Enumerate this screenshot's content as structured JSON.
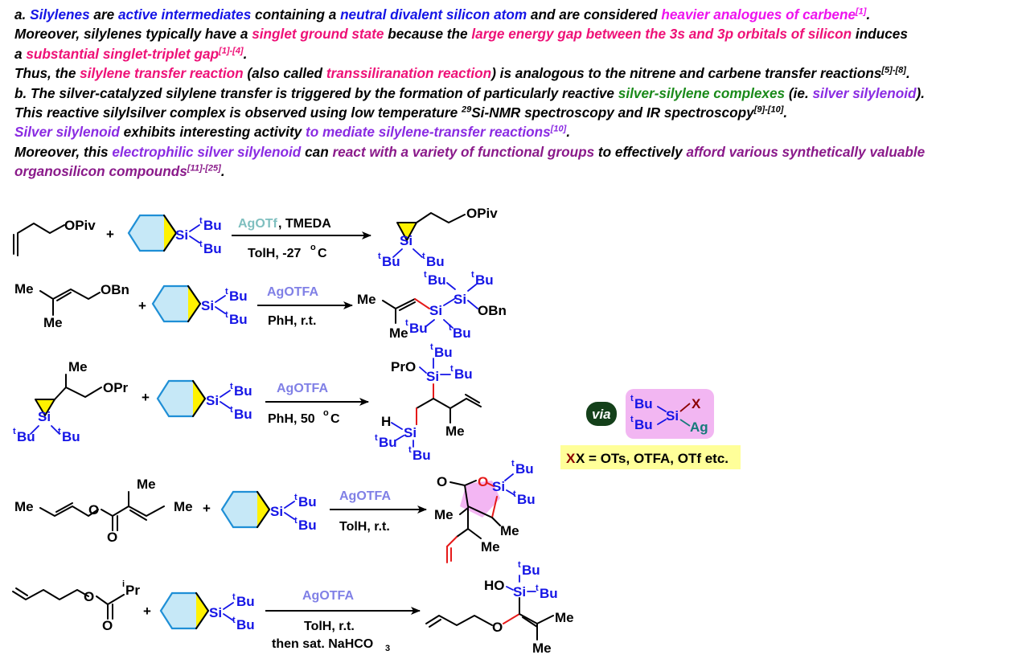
{
  "paragraphs": {
    "a1": [
      "a. ",
      "Silylenes",
      " are ",
      "active intermediates",
      " containing a ",
      "neutral divalent silicon atom",
      " and are considered ",
      "heavier analogues of carbene",
      "[1]",
      "."
    ],
    "a2": "Moreover, silylenes typically have a ",
    "a2_h1": "singlet ground state",
    "a2_t2": " because the ",
    "a2_h2": "large energy gap between the 3s and 3p orbitals of silicon",
    "a2_t3": " induces",
    "a3_t1": "a ",
    "a3_h1": "substantial singlet-triplet gap",
    "a3_ref": "[1]-[4]",
    "a3_t2": ".",
    "a4_t1": "Thus, the ",
    "a4_h1": "silylene transfer reaction",
    "a4_t2": " (also called ",
    "a4_h2": "transsiliranation reaction",
    "a4_t3": ") is analogous to the nitrene and carbene transfer reactions",
    "a4_ref": "[5]-[8]",
    "a4_t4": ".",
    "b1_t1": "b. The silver-catalyzed silylene transfer is triggered by the formation of particularly reactive ",
    "b1_h1": "silver-silylene complexes",
    "b1_t2": " (ie. ",
    "b1_h2": "silver silylenoid",
    "b1_t3": ").",
    "b2_t1": "This reactive silylsilver complex is observed using low temperature ",
    "b2_sup": "29",
    "b2_t2": "Si-NMR spectroscopy and IR spectroscopy",
    "b2_ref": "[9]-[10]",
    "b2_t3": ".",
    "b3_h1": "Silver silylenoid",
    "b3_t1": " exhibits interesting activity ",
    "b3_h2": "to mediate silylene-transfer reactions",
    "b3_ref": "[10]",
    "b3_t2": ".",
    "b4_t1": "Moreover, this ",
    "b4_h1": "electrophilic silver silylenoid",
    "b4_t2": " can ",
    "b4_h2": "react with a variety of functional groups",
    "b4_t3": " to effectively ",
    "b4_h3": "afford various synthetically valuable",
    "b5_h1": "organosilicon compounds",
    "b5_ref": "[11]-[25]",
    "b5_t1": "."
  },
  "labels": {
    "tBu_sup": "t",
    "Bu": "Bu",
    "Si": "Si",
    "Me": "Me",
    "iPr_sup": "i",
    "Pr": "Pr",
    "H": "H",
    "HO": "HO",
    "O": "O",
    "X": "X",
    "Ag": "Ag",
    "OPiv": "OPiv",
    "OBn": "OBn",
    "OPr": "OPr",
    "PrO": "PrO",
    "plus": "+",
    "via": "via",
    "x_def": "X = OTs, OTFA, OTf etc."
  },
  "reactions": [
    {
      "reagent_colored": "AgOTf",
      "reagent_rest": ", TMEDA",
      "conditions": "TolH, -27 ",
      "conditions_deg": "o",
      "conditions_unit": "C"
    },
    {
      "reagent": "AgOTFA",
      "conditions": "PhH, r.t."
    },
    {
      "reagent": "AgOTFA",
      "conditions": "PhH, 50 ",
      "conditions_deg": "o",
      "conditions_unit": "C"
    },
    {
      "reagent": "AgOTFA",
      "conditions": "TolH, r.t."
    },
    {
      "reagent": "AgOTFA",
      "conditions": "TolH, r.t.",
      "conditions2": "then sat. NaHCO",
      "conditions2_sub": "3"
    }
  ],
  "colors": {
    "blue": "#1414e6",
    "magenta": "#ee11ee",
    "pink": "#ee1177",
    "green": "#1a8a1a",
    "violet": "#8a2be2",
    "purple": "#8a1a8a",
    "reagent_gray": "#8080e6",
    "reagent_teal": "#7fbfbf",
    "via_bubble": "#14401a",
    "silylenoid_box": "#f2b6f2",
    "x_box": "#ffff99",
    "bond_red": "#e51a1a"
  }
}
